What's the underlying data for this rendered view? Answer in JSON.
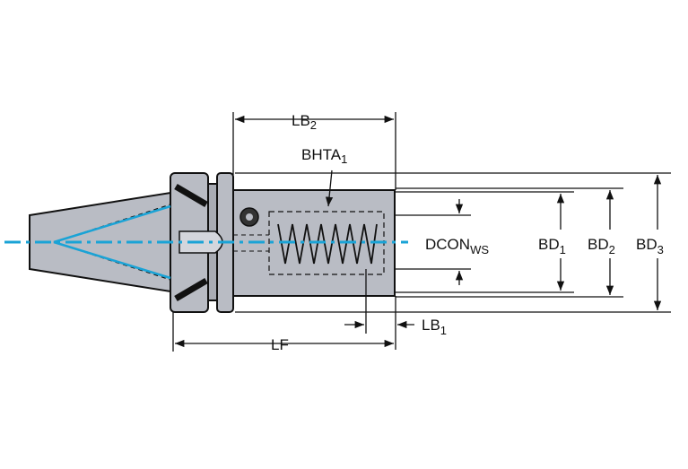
{
  "labels": {
    "lb2": {
      "main": "LB",
      "sub": "2"
    },
    "bhta1": {
      "main": "BHTA",
      "sub": "1"
    },
    "dcon_ws": {
      "main": "DCON",
      "sub": "WS"
    },
    "bd1": {
      "main": "BD",
      "sub": "1"
    },
    "bd2": {
      "main": "BD",
      "sub": "2"
    },
    "bd3": {
      "main": "BD",
      "sub": "3"
    },
    "lb1": {
      "main": "LB",
      "sub": "1"
    },
    "lf": {
      "main": "LF"
    }
  },
  "colors": {
    "body_fill": "#b9bcc4",
    "outline": "#111111",
    "centerline": "#1aa3d6",
    "dimension": "#111111"
  }
}
